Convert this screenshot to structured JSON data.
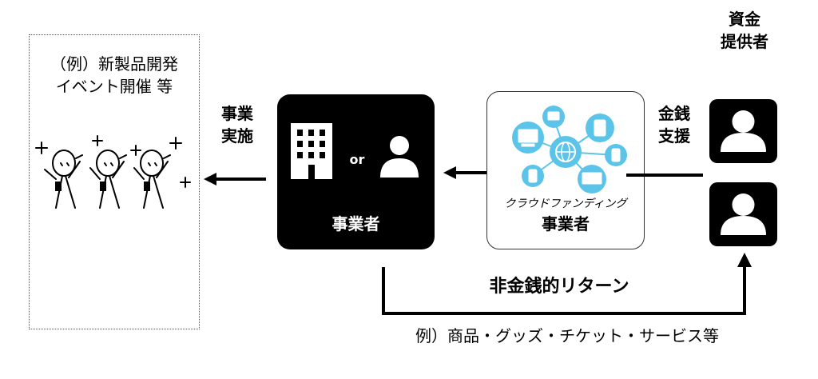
{
  "example": {
    "line1": "（例）新製品開発",
    "line2": "イベント開催 等"
  },
  "implementation": {
    "line1": "事業",
    "line2": "実施"
  },
  "business": {
    "or_label": "or",
    "label": "事業者"
  },
  "crowdfunding": {
    "line1": "クラウドファンディング",
    "line2": "事業者"
  },
  "money": {
    "line1": "金銭",
    "line2": "支援"
  },
  "providers": {
    "line1": "資金",
    "line2": "提供者"
  },
  "return": {
    "title": "非金銭的リターン",
    "examples": "例）商品・グッズ・チケット・サービス等"
  },
  "colors": {
    "accent": "#5bc4e8",
    "box": "#000000"
  }
}
